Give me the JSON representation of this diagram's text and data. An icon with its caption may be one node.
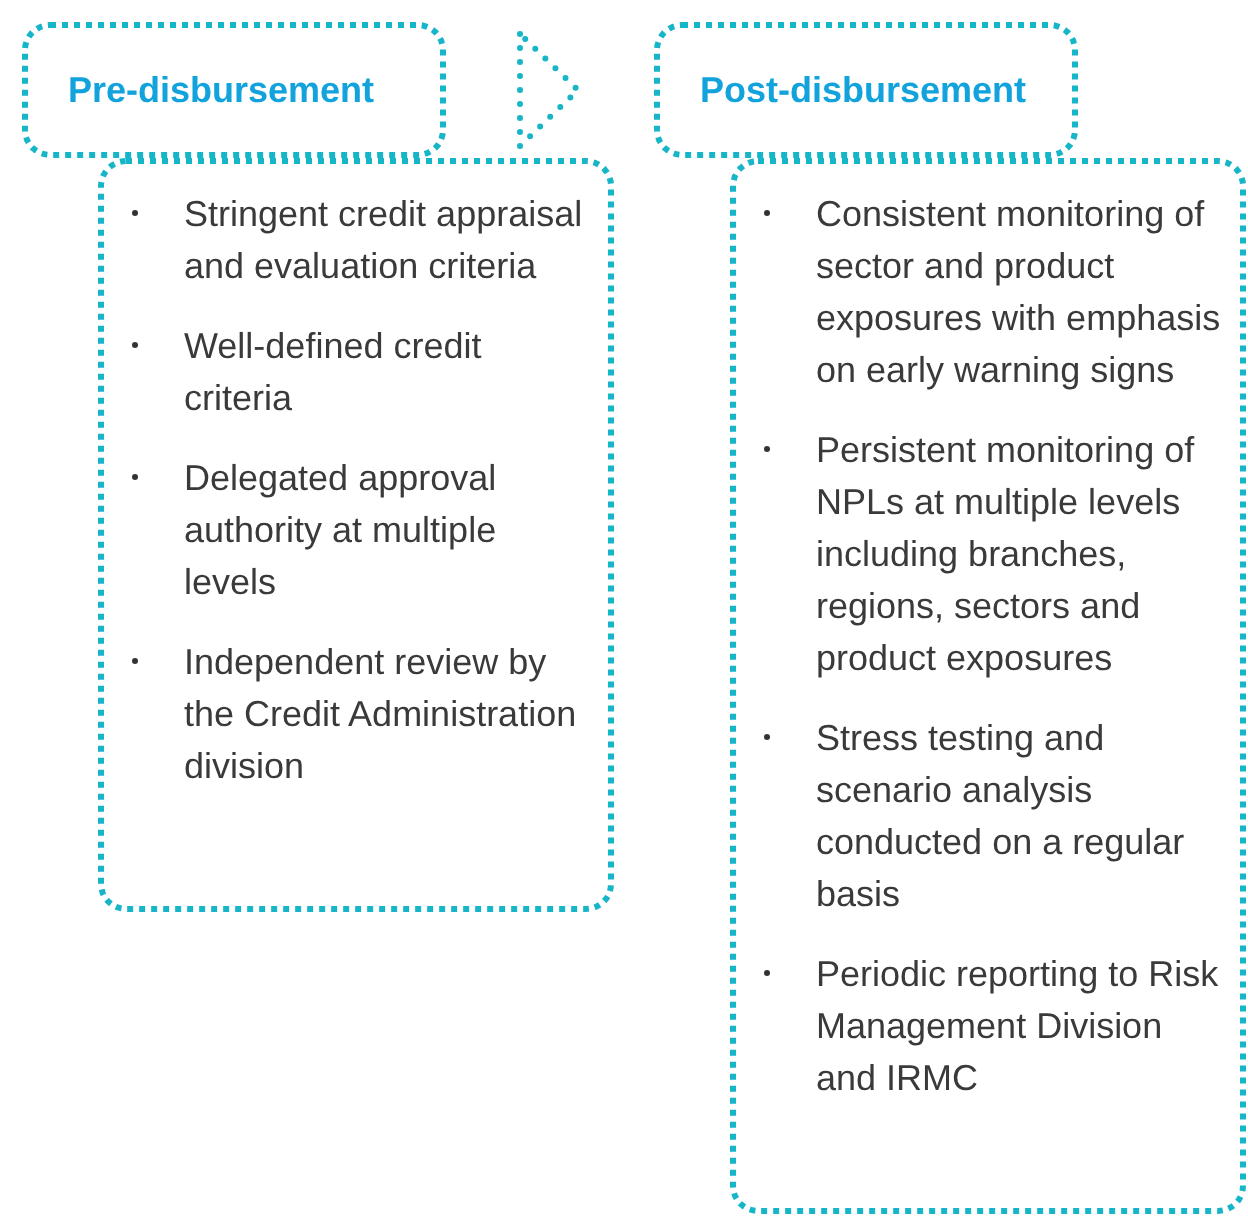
{
  "diagram": {
    "nodes": [
      {
        "text": [
          "Pre-disbursement"
        ]
      },
      {
        "text": [
          "Stringent credit appraisal and evaluation criteria",
          "Well-defined credit criteria",
          "Delegated approval authority at multiple levels",
          "Independent review by the Credit Administration division"
        ]
      },
      {
        "text": [
          "Post-disbursement"
        ]
      },
      {
        "text": [
          "Consistent monitoring of sector and product exposures with emphasis on early warning signs",
          "Persistent monitoring of NPLs at multiple levels including branches, regions, sectors and product exposures",
          "Stress testing and scenario analysis conducted on a regular basis",
          "Periodic reporting to Risk Management Division and IRMC"
        ]
      }
    ],
    "edges": [
      {
        "from": 0,
        "to": 2,
        "arrow": "to"
      }
    ]
  }
}
